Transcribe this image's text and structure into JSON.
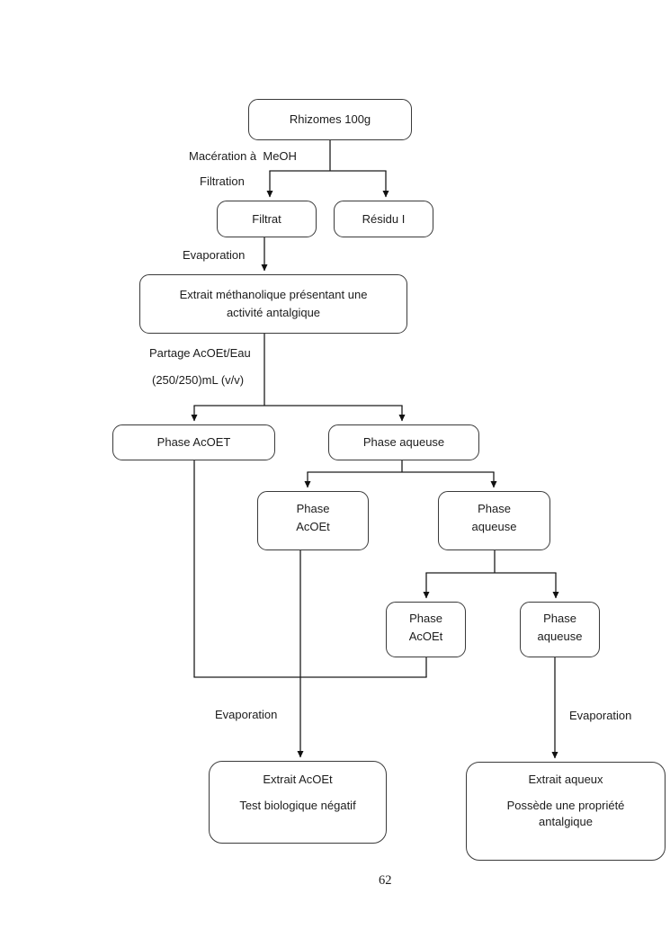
{
  "page": {
    "number": "62",
    "background_color": "#ffffff",
    "line_color": "#1c1c1c",
    "border_color": "#3a3a3a",
    "text_color": "#1c1c1c"
  },
  "diagram": {
    "nodes": {
      "rhizomes": {
        "label": "Rhizomes 100g"
      },
      "filtrat": {
        "label": "Filtrat"
      },
      "residu": {
        "label": "Résidu I"
      },
      "extrait_methanolique": {
        "line1": "Extrait méthanolique présentant une",
        "line2": "activité antalgique"
      },
      "phase_acoet_1": {
        "label": "Phase AcOET"
      },
      "phase_aqueuse_1": {
        "label": "Phase aqueuse"
      },
      "phase_acoet_2": {
        "line1": "Phase",
        "line2": "AcOEt"
      },
      "phase_aqueuse_2": {
        "line1": "Phase",
        "line2": "aqueuse"
      },
      "phase_acoet_3": {
        "line1": "Phase",
        "line2": "AcOEt"
      },
      "phase_aqueuse_3": {
        "line1": "Phase",
        "line2": "aqueuse"
      },
      "extrait_acoet": {
        "line1": "Extrait AcOEt",
        "line2": "Test biologique négatif"
      },
      "extrait_aqueux": {
        "line1": "Extrait aqueux",
        "line2": "Possède une propriété",
        "line3": "antalgique"
      }
    },
    "labels": {
      "maceration": "Macération à  MeOH",
      "filtration": "Filtration",
      "evaporation_top": "Evaporation",
      "partage": "Partage AcOEt/Eau",
      "volume": "(250/250)mL (v/v)",
      "evaporation_left": "Evaporation",
      "evaporation_right": "Evaporation"
    }
  }
}
